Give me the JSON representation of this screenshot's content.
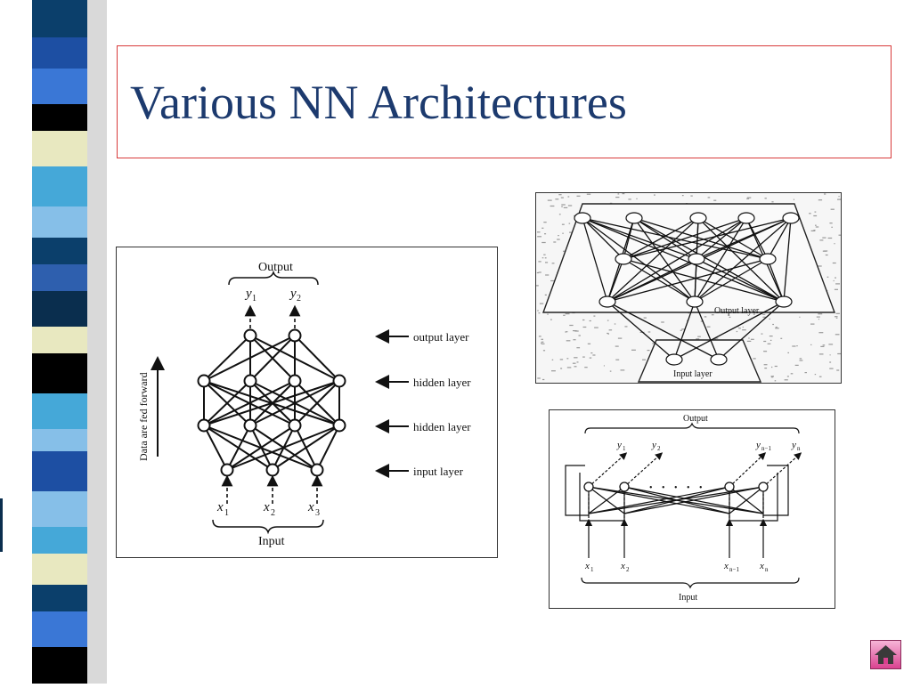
{
  "slide": {
    "title": "Various NN Architectures"
  },
  "figure1": {
    "output_label": "Output",
    "input_label": "Input",
    "y_labels": [
      "y",
      "y"
    ],
    "y_subs": [
      "1",
      "2"
    ],
    "x_labels": [
      "x",
      "x",
      "x"
    ],
    "x_subs": [
      "1",
      "2",
      "3"
    ],
    "side_label": "Data are fed forward",
    "layer_labels": [
      "output layer",
      "hidden layer",
      "hidden layer",
      "input layer"
    ]
  },
  "figure2": {
    "output_layer_label": "Output layer",
    "input_layer_label": "Input layer"
  },
  "figure3": {
    "output_label": "Output",
    "input_label": "Input",
    "y_labels": [
      "y",
      "y",
      "y",
      "y"
    ],
    "y_subs": [
      "1",
      "2",
      "n−1",
      "n"
    ],
    "x_labels": [
      "x",
      "x",
      "x",
      "x"
    ],
    "x_subs": [
      "1",
      "2",
      "n−1",
      "n"
    ],
    "ellipsis": "• • • • •"
  },
  "colors": {
    "title": "#1c3a6e",
    "title_border": "#d83a3a",
    "sidebar_stripes": [
      "#5b8fa0",
      "#0b3f6b",
      "#1d4fa3",
      "#3a77d6",
      "#000000",
      "#e8e8c0",
      "#45a8d8",
      "#86bfe8",
      "#2e5fae",
      "#0a2e4e"
    ]
  },
  "icons": {
    "home": "home-icon"
  }
}
